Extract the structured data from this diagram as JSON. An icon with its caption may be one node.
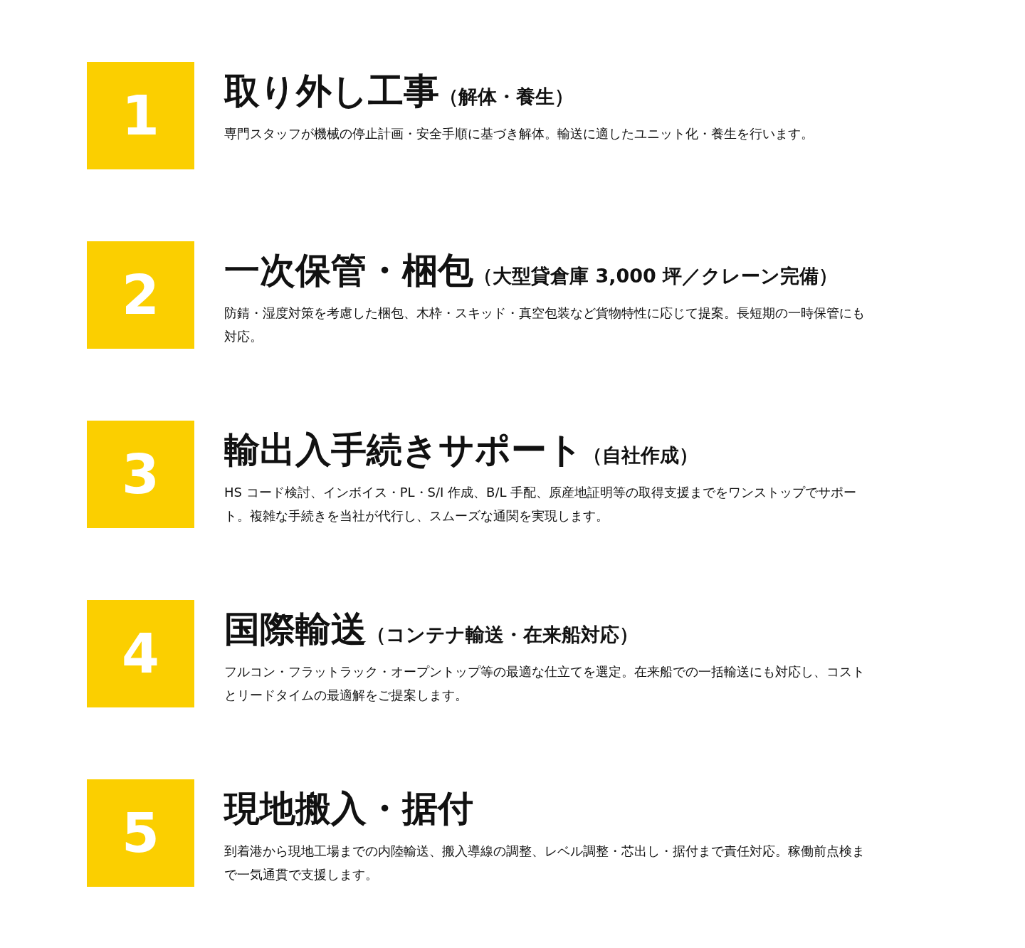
{
  "diagram": {
    "nodes": [
      {
        "text": [
          "1"
        ],
        "beside": [
          "取り外し工事",
          "（解体・養生）",
          "専門スタッフが機械の停止計画・安全手順に基づき解体。輸送に適したユニット化・養生を行います。"
        ]
      },
      {
        "text": [
          "2"
        ],
        "beside": [
          "一次保管・梱包",
          "（大型貸倉庫 3,000 坪／クレーン完備）",
          "防錆・湿度対策を考慮した梱包、木枠・スキッド・真空包装など貨物特性に応じて提案。長短期の一時保管にも対応。"
        ]
      },
      {
        "text": [
          "3"
        ],
        "beside": [
          "輸出入手続きサポート",
          "（自社作成）",
          "HS コード検討、インボイス・PL・S/I 作成、B/L 手配、原産地証明等の取得支援までをワンストップでサポート。複雑な手続きを当社が代行し、スムーズな通関を実現します。"
        ]
      },
      {
        "text": [
          "4"
        ],
        "beside": [
          "国際輸送",
          "（コンテナ輸送・在来船対応）",
          "フルコン・フラットラック・オープントップ等の最適な仕立てを選定。在来船での一括輸送にも対応し、コストとリードタイムの最適解をご提案します。"
        ]
      },
      {
        "text": [
          "5"
        ],
        "beside": [
          "現地搬入・据付",
          "到着港から現地工場までの内陸輸送、搬入導線の調整、レベル調整・芯出し・据付まで責任対応。稼働前点検まで一気通貫で支援します。"
        ]
      }
    ]
  }
}
